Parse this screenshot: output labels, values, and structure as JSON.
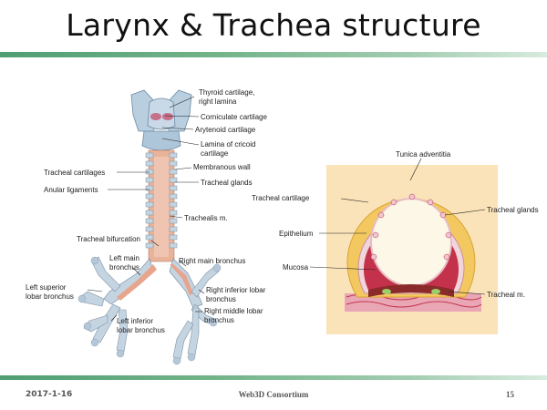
{
  "slide": {
    "title": "Larynx & Trachea structure",
    "date": "2017-1-16",
    "organization": "Web3D Consortium",
    "page_number": "15"
  },
  "left_labels": {
    "thyroid_1": "Thyroid cartilage,",
    "thyroid_2": "right lamina",
    "corniculate": "Corniculate cartilage",
    "arytenoid": "Arytenoid cartilage",
    "cricoid_1": "Lamina of cricoid",
    "cricoid_2": "cartilage",
    "membranous": "Membranous wall",
    "tracheal_cartilages": "Tracheal cartilages",
    "tracheal_glands": "Tracheal glands",
    "anular": "Anular ligaments",
    "trachealis": "Trachealis m.",
    "bifurcation": "Tracheal bifurcation",
    "left_main_1": "Left main",
    "left_main_2": "bronchus",
    "right_main": "Right main bronchus",
    "left_sup_1": "Left superior",
    "left_sup_2": "lobar bronchus",
    "right_inf_1": "Right inferior lobar",
    "right_inf_2": "bronchus",
    "right_mid_1": "Right middle lobar",
    "right_mid_2": "bronchus",
    "left_inf_1": "Left inferior",
    "left_inf_2": "lobar bronchus"
  },
  "right_labels": {
    "tunica": "Tunica adventitia",
    "tracheal_cartilage": "Tracheal cartilage",
    "tracheal_glands": "Tracheal glands",
    "epithelium": "Epithelium",
    "mucosa": "Mucosa",
    "tracheal_m": "Tracheal m."
  },
  "colors": {
    "accent_bar": "#6aa984",
    "cartilage_blue": "#b9cfe0",
    "mucosa_red": "#c3324a",
    "adventitia_yellow": "#f3c860",
    "panel_bg": "#fae3b8"
  }
}
